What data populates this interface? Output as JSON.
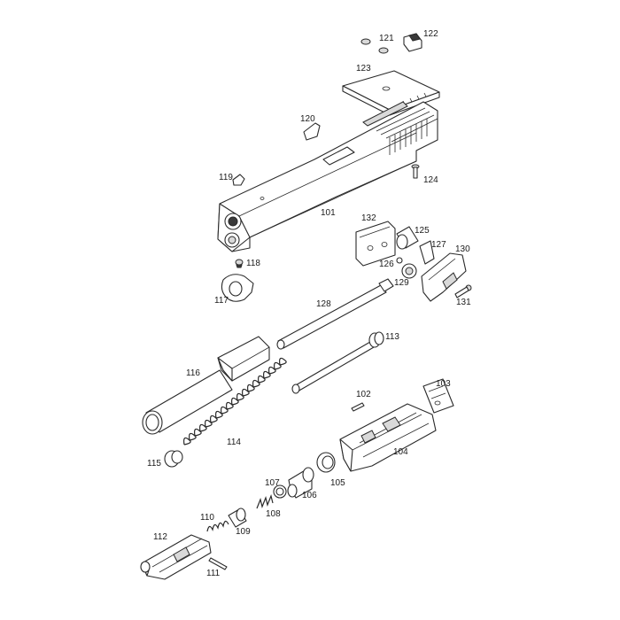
{
  "callouts": {
    "p101": "101",
    "p102": "102",
    "p103": "103",
    "p104": "104",
    "p105": "105",
    "p106": "106",
    "p107": "107",
    "p108": "108",
    "p109": "109",
    "p110": "110",
    "p111": "111",
    "p112": "112",
    "p113": "113",
    "p114": "114",
    "p115": "115",
    "p116": "116",
    "p117": "117",
    "p118": "118",
    "p119": "119",
    "p120": "120",
    "p121": "121",
    "p122": "122",
    "p123": "123",
    "p124": "124",
    "p125": "125",
    "p126": "126",
    "p127": "127",
    "p128": "128",
    "p129": "129",
    "p130": "130",
    "p131": "131",
    "p132": "132"
  },
  "colors": {
    "line": "#2a2a2a",
    "shade": "#d9d9d9",
    "background": "#ffffff"
  }
}
